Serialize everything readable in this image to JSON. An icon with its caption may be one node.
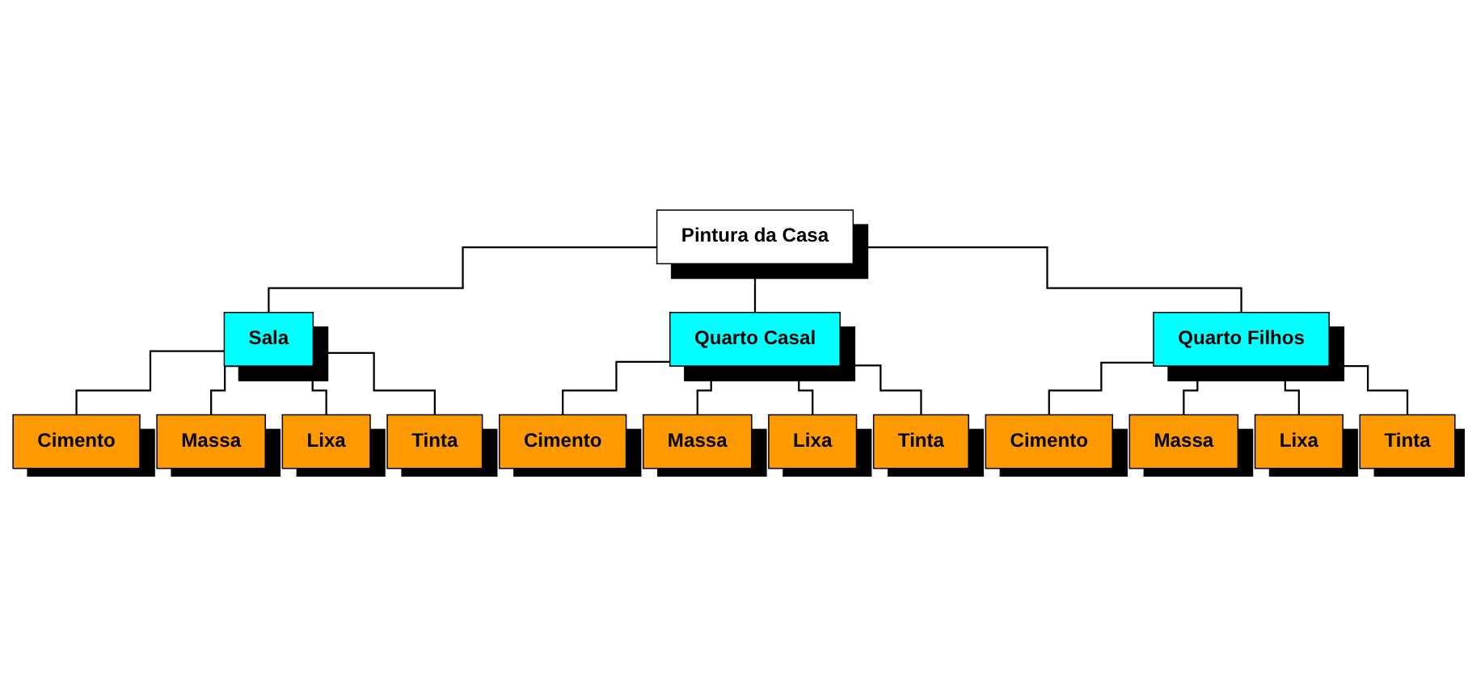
{
  "diagram": {
    "nodes": [
      {
        "text": [
          "Pintura da Casa"
        ]
      },
      {
        "text": [
          "Sala"
        ]
      },
      {
        "text": [
          "Quarto Casal"
        ]
      },
      {
        "text": [
          "Quarto Filhos"
        ]
      },
      {
        "text": [
          "Cimento"
        ]
      },
      {
        "text": [
          "Massa"
        ]
      },
      {
        "text": [
          "Lixa"
        ]
      },
      {
        "text": [
          "Tinta"
        ]
      },
      {
        "text": [
          "Cimento"
        ]
      },
      {
        "text": [
          "Massa"
        ]
      },
      {
        "text": [
          "Lixa"
        ]
      },
      {
        "text": [
          "Tinta"
        ]
      },
      {
        "text": [
          "Cimento"
        ]
      },
      {
        "text": [
          "Massa"
        ]
      },
      {
        "text": [
          "Lixa"
        ]
      },
      {
        "text": [
          "Tinta"
        ]
      }
    ],
    "edges": [
      {
        "from": 0,
        "to": 1,
        "arrow": "none"
      },
      {
        "from": 0,
        "to": 2,
        "arrow": "none"
      },
      {
        "from": 0,
        "to": 3,
        "arrow": "none"
      },
      {
        "from": 1,
        "to": 4,
        "arrow": "none"
      },
      {
        "from": 1,
        "to": 5,
        "arrow": "none"
      },
      {
        "from": 1,
        "to": 6,
        "arrow": "none"
      },
      {
        "from": 1,
        "to": 7,
        "arrow": "none"
      },
      {
        "from": 2,
        "to": 8,
        "arrow": "none"
      },
      {
        "from": 2,
        "to": 9,
        "arrow": "none"
      },
      {
        "from": 2,
        "to": 10,
        "arrow": "none"
      },
      {
        "from": 2,
        "to": 11,
        "arrow": "none"
      },
      {
        "from": 3,
        "to": 12,
        "arrow": "none"
      },
      {
        "from": 3,
        "to": 13,
        "arrow": "none"
      },
      {
        "from": 3,
        "to": 14,
        "arrow": "none"
      },
      {
        "from": 3,
        "to": 15,
        "arrow": "none"
      }
    ]
  }
}
